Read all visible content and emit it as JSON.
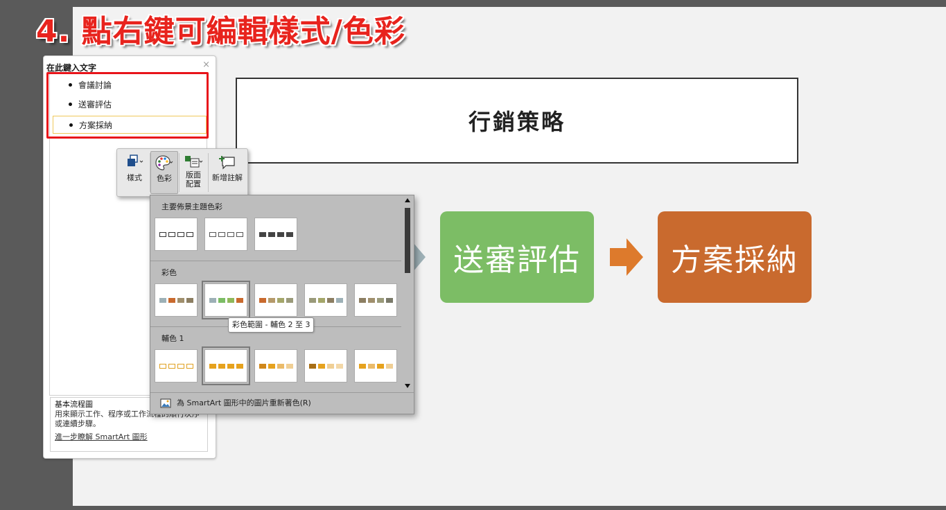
{
  "instruction": "4. 點右鍵可編輯樣式/色彩",
  "text_pane": {
    "title": "在此鍵入文字",
    "close_glyph": "×",
    "items": [
      "會議討論",
      "送審評估",
      "方案採納"
    ],
    "description_title": "基本流程圖",
    "description_body": "用來顯示工作、程序或工作流程的順行次序或連續步驟。",
    "learn_more_link": "進一步瞭解 SmartArt 圖形"
  },
  "mini_toolbar": {
    "buttons": [
      {
        "label": "樣式",
        "icon": "style-icon"
      },
      {
        "label": "色彩",
        "icon": "palette-icon"
      },
      {
        "label_line1": "版面",
        "label_line2": "配置",
        "icon": "layout-icon"
      },
      {
        "label": "新增註解",
        "icon": "new-comment-icon"
      }
    ]
  },
  "color_gallery": {
    "sections": [
      {
        "heading": "主要佈景主題色彩"
      },
      {
        "heading": "彩色"
      },
      {
        "heading": "輔色 1"
      }
    ],
    "tooltip": "彩色範圍 - 輔色 2 至 3",
    "footer": "為 SmartArt 圖形中的圖片重新著色(R)"
  },
  "slide": {
    "title": "行銷策略",
    "process_boxes": [
      {
        "label": "送審評估",
        "color": "#7cbd65"
      },
      {
        "label": "方案採納",
        "color": "#c96a2e"
      }
    ],
    "arrow_color": "#dd7a2c"
  }
}
